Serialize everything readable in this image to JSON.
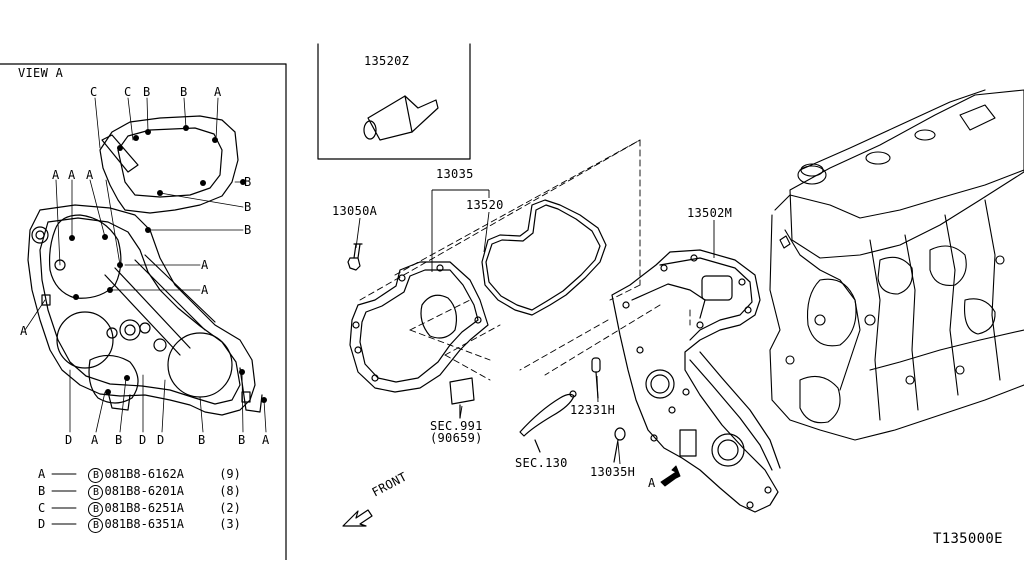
{
  "view_a": {
    "title": "VIEW A",
    "letters_top": [
      "C",
      "C",
      "B",
      "B",
      "A"
    ],
    "letters_left": [
      "A",
      "A",
      "A",
      "A"
    ],
    "letters_right": [
      "B",
      "B",
      "B",
      "A",
      "A"
    ],
    "letters_bottom": [
      "D",
      "A",
      "B",
      "D",
      "D",
      "B",
      "B",
      "A"
    ]
  },
  "legend": [
    {
      "key": "A",
      "mark": "B",
      "part": "081B8-6162A",
      "qty": "(9)"
    },
    {
      "key": "B",
      "mark": "B",
      "part": "081B8-6201A",
      "qty": "(8)"
    },
    {
      "key": "C",
      "mark": "B",
      "part": "081B8-6251A",
      "qty": "(2)"
    },
    {
      "key": "D",
      "mark": "B",
      "part": "081B8-6351A",
      "qty": "(3)"
    }
  ],
  "parts": {
    "p13520z": "13520Z",
    "p13035": "13035",
    "p13520": "13520",
    "p13050a": "13050A",
    "p13502m": "13502M",
    "p12331h": "12331H",
    "p13035h": "13035H",
    "sec991": "SEC.991",
    "sec991_sub": "(90659)",
    "sec130": "SEC.130",
    "view_marker": "A"
  },
  "front_label": "FRONT",
  "diagram_id": "T135000E"
}
